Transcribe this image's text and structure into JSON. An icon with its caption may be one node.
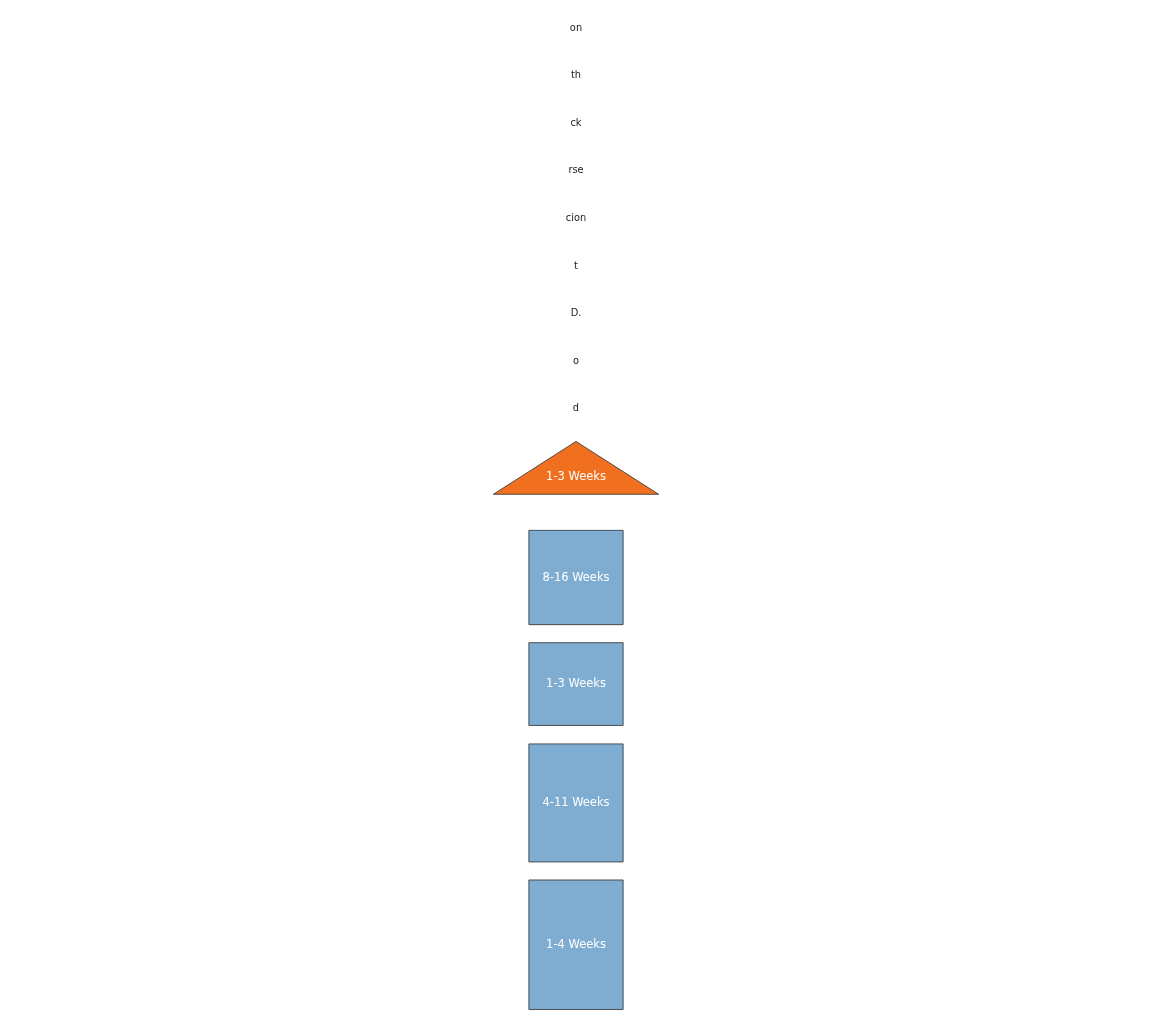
{
  "diagram": {
    "nodes": [
      {
        "text": [
          "1-4 Weeks"
        ]
      },
      {
        "text": [
          "4-11 Weeks"
        ]
      },
      {
        "text": [
          "1-3 Weeks"
        ]
      },
      {
        "text": [
          "8-16 Weeks"
        ]
      },
      {
        "text": [
          "1-3 Weeks"
        ]
      }
    ],
    "labels": [
      "d",
      "o",
      "D.",
      "t",
      "cion",
      "rse",
      "ck",
      "th",
      "on"
    ]
  }
}
